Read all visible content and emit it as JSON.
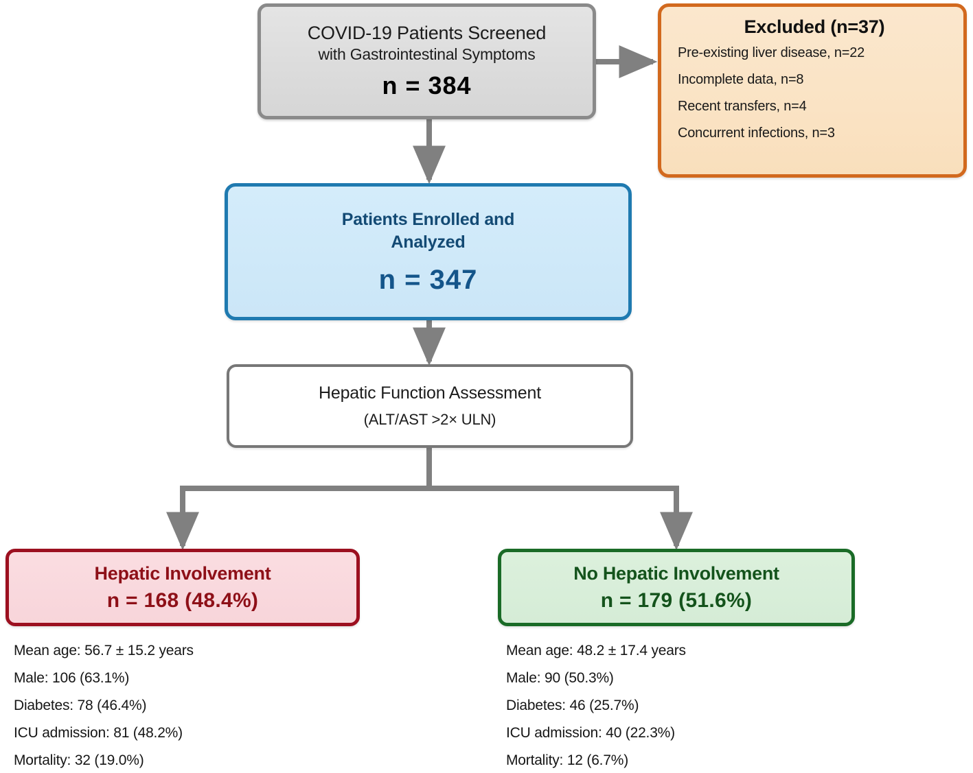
{
  "diagram": {
    "title": "COVID-19 hepatic involvement patient flow diagram",
    "colors": {
      "screened_border": "#8a8a8a",
      "screened_fill": "#dcdcdc",
      "excluded_border": "#d2691e",
      "excluded_fill": "#fae3c4",
      "enrolled_border": "#1f7ab0",
      "enrolled_fill": "#cfe9f9",
      "enrolled_text": "#14558a",
      "assess_border": "#777777",
      "assess_fill": "#ffffff",
      "hepatic_border": "#9c1020",
      "hepatic_fill": "#f9d8dd",
      "hepatic_text": "#8e1018",
      "nohepatic_border": "#1a6b27",
      "nohepatic_fill": "#d8eed9",
      "nohepatic_text": "#14531c",
      "connector": "#808080"
    }
  },
  "screened": {
    "line1": "COVID-19 Patients Screened",
    "line2": "with Gastrointestinal Symptoms",
    "n": "n = 384"
  },
  "excluded": {
    "title": "Excluded (n=37)",
    "items": [
      "Pre-existing liver disease, n=22",
      "Incomplete data, n=8",
      "Recent transfers, n=4",
      "Concurrent infections, n=3"
    ]
  },
  "enrolled": {
    "line1": "Patients Enrolled and",
    "line2": "Analyzed",
    "n": "n = 347"
  },
  "assessment": {
    "line1": "Hepatic Function Assessment",
    "line2": "(ALT/AST >2× ULN)"
  },
  "hepatic": {
    "title": "Hepatic Involvement",
    "n": "n = 168 (48.4%)",
    "stats": [
      "Mean age: 56.7 ± 15.2 years",
      "Male: 106 (63.1%)",
      "Diabetes: 78 (46.4%)",
      "ICU admission: 81 (48.2%)",
      "Mortality: 32 (19.0%)"
    ]
  },
  "nohepatic": {
    "title": "No Hepatic Involvement",
    "n": "n = 179 (51.6%)",
    "stats": [
      "Mean age: 48.2 ± 17.4 years",
      "Male: 90 (50.3%)",
      "Diabetes: 46 (25.7%)",
      "ICU admission: 40 (22.3%)",
      "Mortality: 12 (6.7%)"
    ]
  }
}
